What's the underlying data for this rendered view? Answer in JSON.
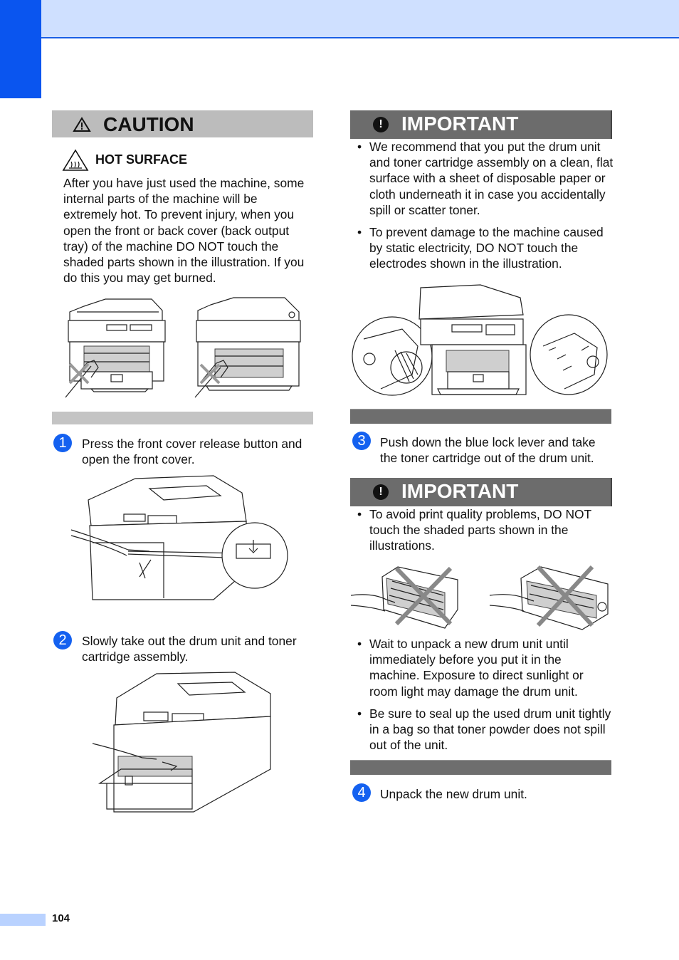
{
  "caution": {
    "title": "CAUTION",
    "hot_surface_label": "HOT SURFACE",
    "text": "After you have just used the machine, some internal parts of the machine will be extremely hot. To prevent injury, when you open the front or back cover (back output tray) of the machine DO NOT touch the shaded parts shown in the illustration. If you do this you may get burned."
  },
  "steps": [
    {
      "num": "1",
      "text": "Press the front cover release button and open the front cover."
    },
    {
      "num": "2",
      "text": "Slowly take out the drum unit and toner cartridge assembly."
    },
    {
      "num": "3",
      "text": "Push down the blue lock lever and take the toner cartridge out of the drum unit."
    },
    {
      "num": "4",
      "text": "Unpack the new drum unit."
    }
  ],
  "important1": {
    "title": "IMPORTANT",
    "bullets": [
      "We recommend that you put the drum unit and toner cartridge assembly on a clean, flat surface with a sheet of disposable paper or cloth underneath it in case you accidentally spill or scatter toner.",
      "To prevent damage to the machine caused by static electricity, DO NOT touch the electrodes shown in the illustration."
    ]
  },
  "important2": {
    "title": "IMPORTANT",
    "bullets": [
      "To avoid print quality problems, DO NOT touch the shaded parts shown in the illustrations.",
      "Wait to unpack a new drum unit until immediately before you put it in the machine. Exposure to direct sunlight or room light may damage the drum unit.",
      "Be sure to seal up the used drum unit tightly in a bag so that toner powder does not spill out of the unit."
    ]
  },
  "page_number": "104",
  "colors": {
    "accent": "#0a55ef",
    "header_band": "#cfe0ff",
    "caution_band": "#bcbcbc",
    "important_band": "#6c6c6c"
  },
  "icons": [
    "warning-triangle-icon",
    "hot-surface-icon",
    "important-exclamation-icon"
  ]
}
